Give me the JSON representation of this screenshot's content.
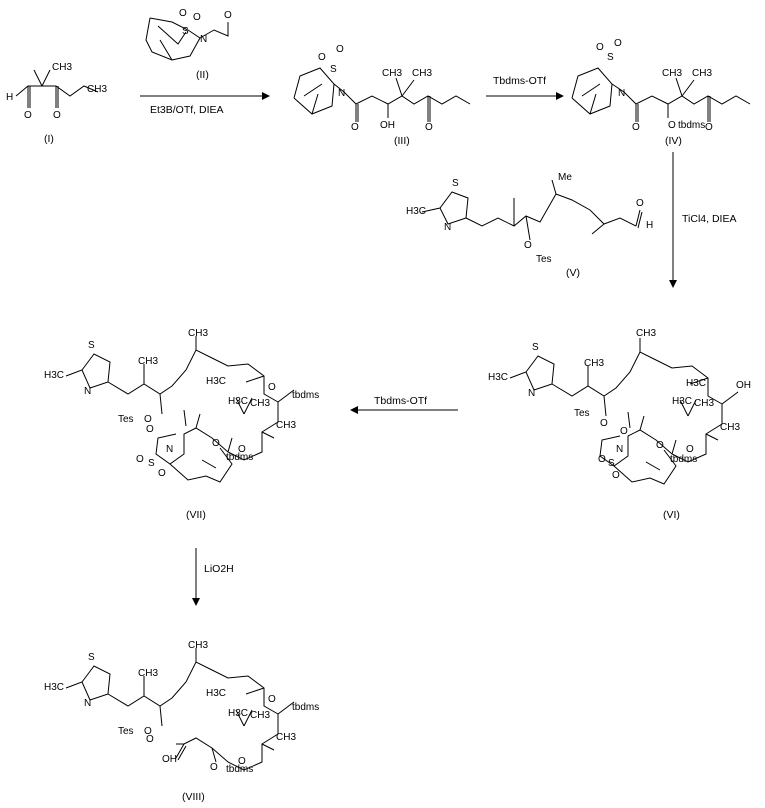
{
  "compounds": [
    {
      "id": "I",
      "label": "(I)"
    },
    {
      "id": "II",
      "label": "(II)"
    },
    {
      "id": "III",
      "label": "(III)"
    },
    {
      "id": "IV",
      "label": "(IV)"
    },
    {
      "id": "V",
      "label": "(V)"
    },
    {
      "id": "VI",
      "label": "(VI)"
    },
    {
      "id": "VII",
      "label": "(VII)"
    },
    {
      "id": "VIII",
      "label": "(VIII)"
    }
  ],
  "reagents": {
    "step1": "Et3B/OTf, DIEA",
    "step2": "Tbdms-OTf",
    "step3": "TiCl4, DIEA",
    "step4": "Tbdms-OTf",
    "step5": "LiO2H"
  },
  "atoms": {
    "H": "H",
    "O": "O",
    "OH": "OH",
    "N": "N",
    "S": "S",
    "C": "C",
    "CH3": "CH3",
    "H3C": "H3C",
    "Me": "Me",
    "Tes": "Tes",
    "tbdms": "tbdms"
  }
}
